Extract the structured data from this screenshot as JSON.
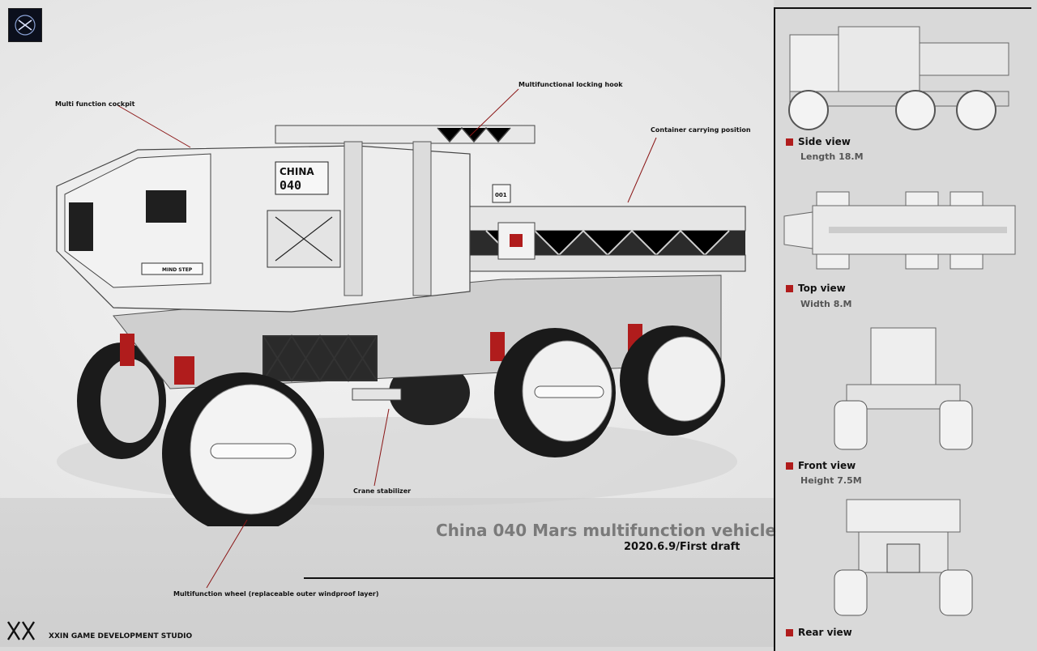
{
  "callouts": {
    "cockpit": "Multi function cockpit",
    "hook": "Multifunctional locking hook",
    "container": "Container carrying position",
    "crane": "Crane stabilizer",
    "wheel": "Multifunction wheel (replaceable outer windproof layer)"
  },
  "vehicle_markings": {
    "name": "CHINA",
    "number": "040",
    "step": "MIND STEP",
    "tag": "001"
  },
  "title": {
    "main": "China 040 Mars multifunction vehicle",
    "sub": "2020.6.9/First draft"
  },
  "studio": {
    "name": "XXIN GAME DEVELOPMENT STUDIO",
    "mark": "XX"
  },
  "views": [
    {
      "label": "Side view",
      "dimension": "Length 18.M"
    },
    {
      "label": "Top view",
      "dimension": "Width  8.M"
    },
    {
      "label": "Front view",
      "dimension": "Height  7.5M"
    },
    {
      "label": "Rear view",
      "dimension": ""
    }
  ],
  "colors": {
    "accent": "#b01c1c",
    "hull": "#ececec",
    "dark": "#1b1b1b"
  }
}
